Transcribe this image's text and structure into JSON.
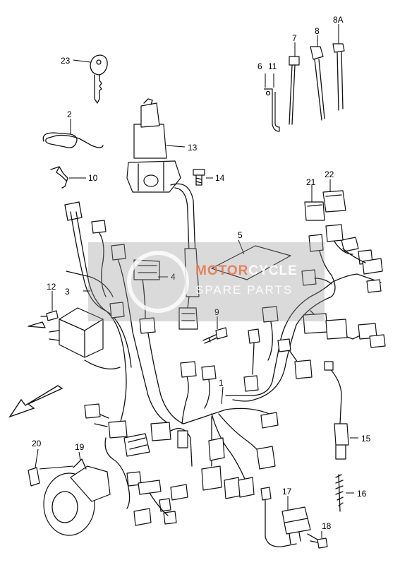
{
  "labels": {
    "p1": "1",
    "p2": "2",
    "p3": "3",
    "p4": "4",
    "p5": "5",
    "p6": "6",
    "p7": "7",
    "p8": "8",
    "p8a": "8A",
    "p9": "9",
    "p10": "10",
    "p11": "11",
    "p12": "12",
    "p13": "13",
    "p14": "14",
    "p15": "15",
    "p16": "16",
    "p17": "17",
    "p18": "18",
    "p19": "19",
    "p20": "20",
    "p21": "21",
    "p22": "22",
    "p23": "23"
  },
  "watermark": {
    "word1": "MOTOR",
    "word2": "CYCLE",
    "line2": "SPARE PARTS"
  },
  "icons": {
    "direction_arrow": "arrow-front-icon",
    "key": "key-icon"
  }
}
